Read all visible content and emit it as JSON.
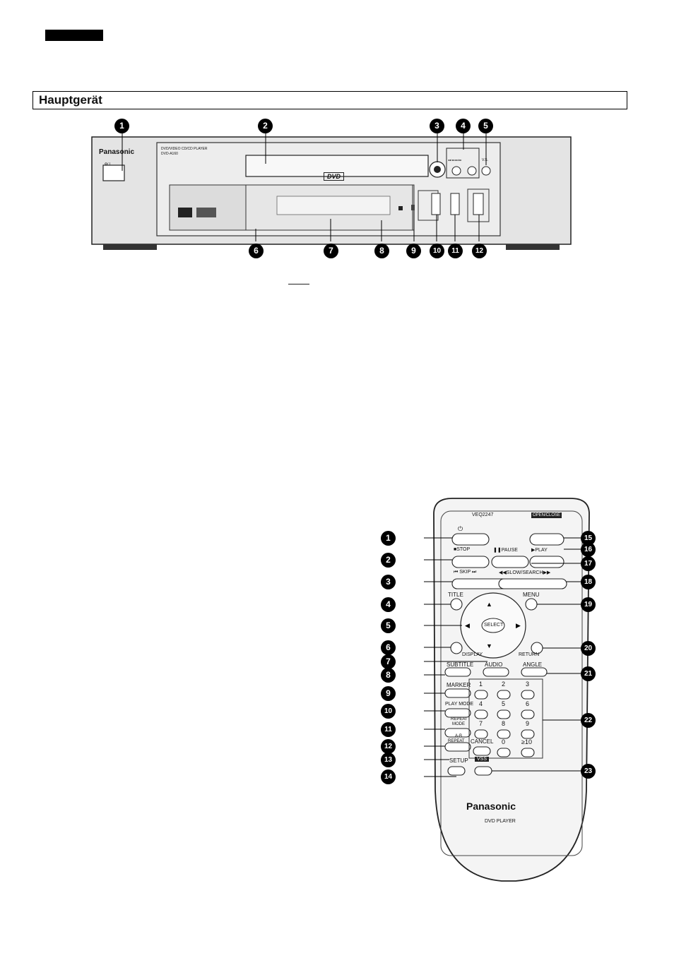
{
  "header": {
    "title": "Hauptgerät"
  },
  "main_unit": {
    "brand": "Panasonic",
    "power_label": "Φ/ I",
    "model_line1": "DVD/VIDEO CD/CD PLAYER",
    "model_line2": "DVD-A160",
    "disc_logo": "DVD",
    "skip_label": "◂◂/◂◂ ▸▸/▸▸",
    "vss_label": "V.S.",
    "callouts_top": [
      "1",
      "2",
      "3",
      "4",
      "5"
    ],
    "callouts_bottom": [
      "6",
      "7",
      "8",
      "9",
      "10",
      "11",
      "12"
    ]
  },
  "remote": {
    "model": "VEQ2247",
    "open_close": "OPEN/CLOSE",
    "power_icon": "power-icon",
    "stop": "■STOP",
    "pause": "❚❚PAUSE",
    "play": "▶PLAY",
    "skip": "⏮ SKIP ⏭",
    "slow_search": "◀◀SLOW/SEARCH▶▶",
    "title": "TITLE",
    "menu": "MENU",
    "select": "SELECT",
    "display": "DISPLAY",
    "return": "RETURN",
    "audio": "AUDIO",
    "subtitle": "SUBTITLE",
    "angle": "ANGLE",
    "marker": "MARKER",
    "play_mode": "PLAY MODE",
    "repeat_mode_1": "REPEAT",
    "repeat_mode_2": "MODE",
    "ab_repeat_1": "A-B",
    "ab_repeat_2": "REPEAT",
    "cancel": "CANCEL",
    "setup": "SETUP",
    "vss": "VSS",
    "digits": [
      "1",
      "2",
      "3",
      "4",
      "5",
      "6",
      "7",
      "8",
      "9",
      "0",
      "≥10"
    ],
    "brand": "Panasonic",
    "product": "DVD PLAYER",
    "callouts_left": [
      "1",
      "2",
      "3",
      "4",
      "5",
      "6",
      "7",
      "8",
      "9",
      "10",
      "11",
      "12",
      "13",
      "14"
    ],
    "callouts_right": [
      "15",
      "16",
      "17",
      "18",
      "19",
      "20",
      "21",
      "22",
      "23"
    ]
  }
}
